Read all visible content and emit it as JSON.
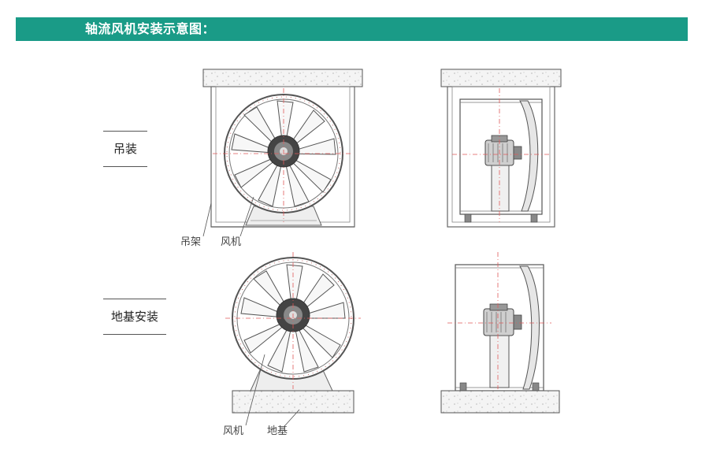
{
  "header": {
    "title": "轴流风机安装示意图："
  },
  "sections": {
    "hanging": {
      "label": "吊装"
    },
    "floor": {
      "label": "地基安装"
    }
  },
  "callouts": {
    "hanger": "吊架",
    "fan_top": "风机",
    "fan_bottom": "风机",
    "foundation": "地基"
  },
  "colors": {
    "header_bg": "#1a9b87",
    "line": "#555555",
    "centerline": "#e05a5a",
    "hatch": "#b8b8b8"
  }
}
